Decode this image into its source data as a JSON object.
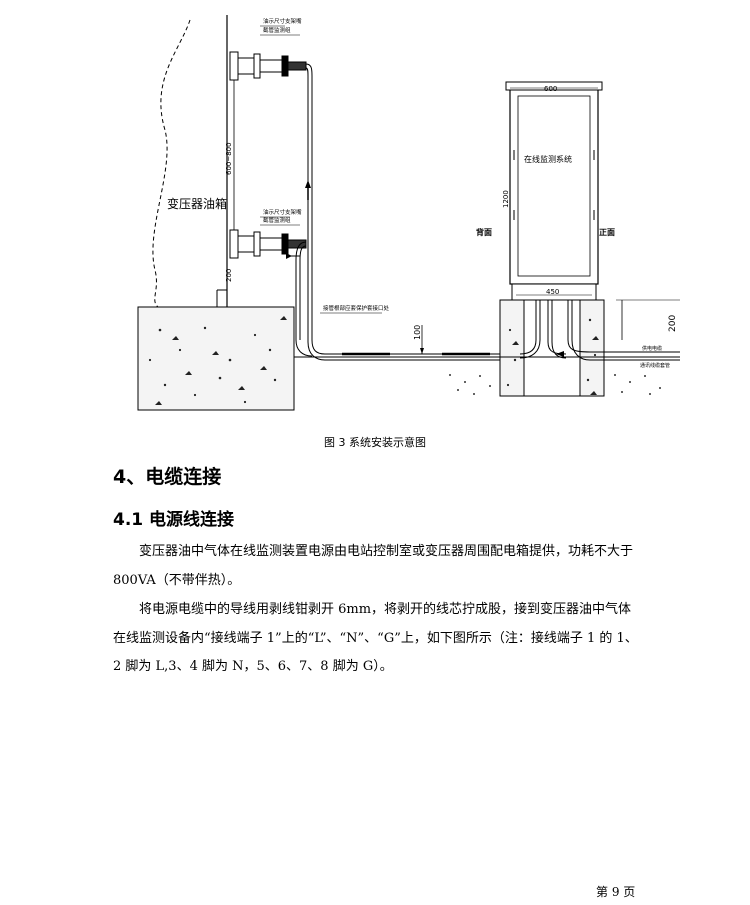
{
  "figure": {
    "labels": {
      "tank": "变压器油箱",
      "system": "在线监测系统",
      "back": "背面",
      "front": "正面",
      "dim_600_top": "600",
      "dim_1200": "1200",
      "dim_450": "450",
      "dim_200": "200",
      "dim_100": "100",
      "dim_600_800": "600~800",
      "dim_200_small": "200",
      "valve_note_top_1": "油示尺寸支架嘴",
      "valve_note_top_2": "截管监测组",
      "valve_note_bot_1": "油示尺寸支架嘴",
      "valve_note_bot_2": "截管监测组",
      "pipe_note": "接管根部应套保护套接口处",
      "right_note_1": "供电电缆",
      "right_note_2": "通讯线缆套管"
    },
    "caption": "图 3  系统安装示意图"
  },
  "heading_1": "4、电缆连接",
  "heading_2": "4.1 电源线连接",
  "paragraphs": [
    "变压器油中气体在线监测装置电源由电站控制室或变压器周围配电箱提供，功耗不大于 800VA（不带伴热）。",
    "将电源电缆中的导线用剥线钳剥开 6mm，将剥开的线芯拧成股，接到变压器油中气体在线监测设备内“接线端子 1”上的“L”、“N”、“G”上，如下图所示（注：接线端子 1 的 1、2 脚为 L,3、4 脚为 N，5、6、7、8 脚为 G）。"
  ],
  "page_number": "第 9 页"
}
